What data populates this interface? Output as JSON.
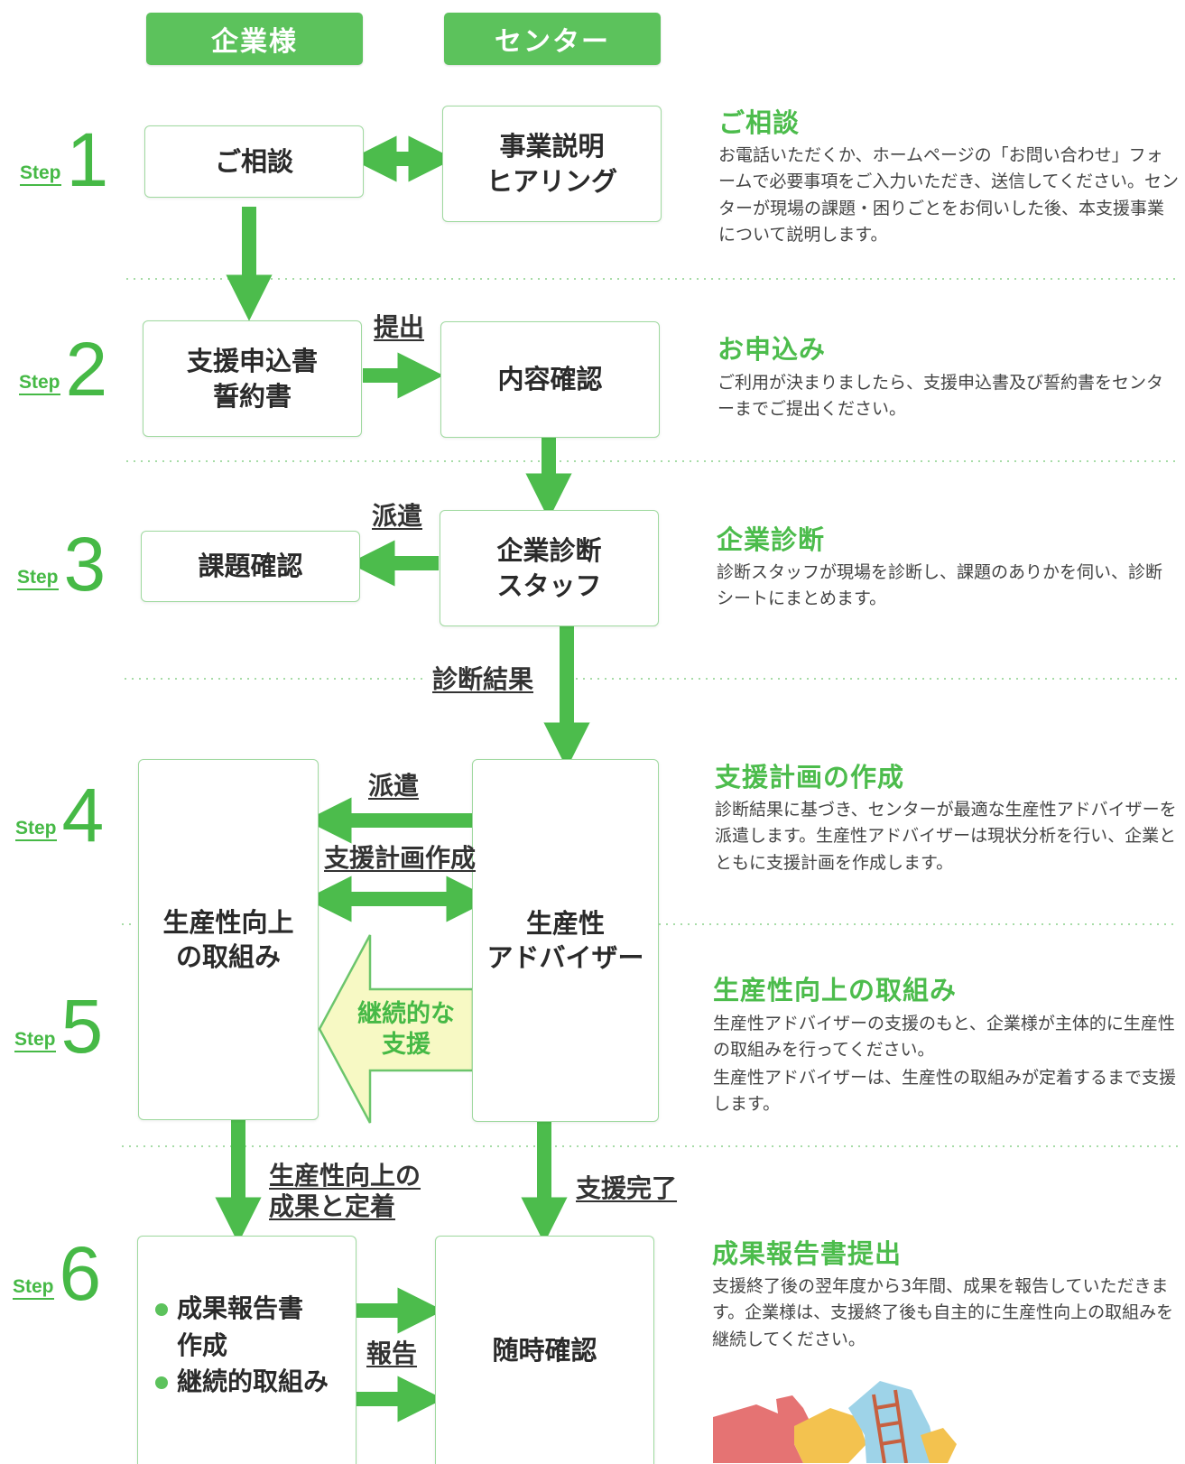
{
  "headers": {
    "company": "企業様",
    "center": "センター"
  },
  "steps": [
    {
      "word": "Step",
      "num": "1"
    },
    {
      "word": "Step",
      "num": "2"
    },
    {
      "word": "Step",
      "num": "3"
    },
    {
      "word": "Step",
      "num": "4"
    },
    {
      "word": "Step",
      "num": "5"
    },
    {
      "word": "Step",
      "num": "6"
    }
  ],
  "boxes": {
    "consult": "ご相談",
    "hearing": "事業説明\nヒアリング",
    "application": "支援申込書\n誓約書",
    "content_check": "内容確認",
    "issue_check": "課題確認",
    "diagnosis_staff": "企業診断\nスタッフ",
    "productivity_effort": "生産性向上\nの取組み",
    "advisor": "生産性\nアドバイザー",
    "ongoing_check": "随時確認"
  },
  "flow_labels": {
    "submit": "提出",
    "dispatch1": "派遣",
    "diagnosis_result": "診断結果",
    "dispatch2": "派遣",
    "plan_creation": "支援計画作成",
    "continuous_support": "継続的な\n支援",
    "result_establish": "生産性向上の\n成果と定着",
    "support_done": "支援完了",
    "report": "報告"
  },
  "step6_items": {
    "item1_line1": "成果報告書",
    "item1_line2": "作成",
    "item2": "継続的取組み"
  },
  "sections": [
    {
      "title": "ご相談",
      "desc": "お電話いただくか、ホームページの「お問い合わせ」フォームで必要事項をご入力いただき、送信してください。センターが現場の課題・困りごとをお伺いした後、本支援事業について説明します。"
    },
    {
      "title": "お申込み",
      "desc": "ご利用が決まりましたら、支援申込書及び誓約書をセンターまでご提出ください。"
    },
    {
      "title": "企業診断",
      "desc": "診断スタッフが現場を診断し、課題のありかを伺い、診断シートにまとめます。"
    },
    {
      "title": "支援計画の作成",
      "desc": "診断結果に基づき、センターが最適な生産性アドバイザーを派遣します。生産性アドバイザーは現状分析を行い、企業とともに支援計画を作成します。"
    },
    {
      "title": "生産性向上の取組み",
      "desc1": "生産性アドバイザーの支援のもと、企業様が主体的に生産性の取組みを行ってください。",
      "desc2": "生産性アドバイザーは、生産性の取組みが定着するまで支援します。"
    },
    {
      "title": "成果報告書提出",
      "desc": "支援終了後の翌年度から3年間、成果を報告していただきます。企業様は、支援終了後も自主的に生産性向上の取組みを継続してください。"
    }
  ],
  "colors": {
    "accent": "#5cc25c",
    "arrow": "#4cbc4c",
    "light_arrow": "#f7f9c4"
  },
  "icons": {
    "puzzle": "puzzle-illustration-icon"
  }
}
